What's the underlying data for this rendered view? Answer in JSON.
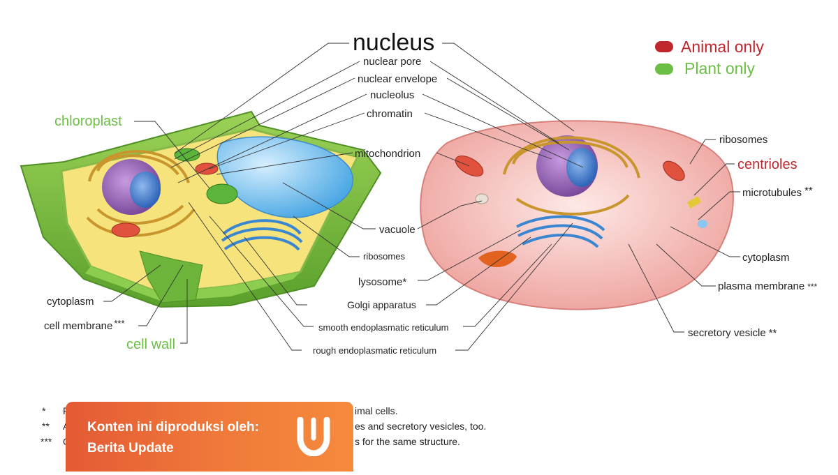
{
  "labels": {
    "nucleus": "nucleus",
    "nuclear_pore": "nuclear pore",
    "nuclear_envelope": "nuclear envelope",
    "nucleolus": "nucleolus",
    "chromatin": "chromatin",
    "mitochondrion": "mitochondrion",
    "vacuole": "vacuole",
    "ribosomes_center": "ribosomes",
    "lysosome": "lysosome*",
    "golgi": "Golgi apparatus",
    "smooth_er": "smooth endoplasmatic reticulum",
    "rough_er": "rough endoplasmatic reticulum",
    "chloroplast": "chloroplast",
    "cytoplasm_left": "cytoplasm",
    "cell_membrane": "cell membrane",
    "cell_membrane_mark": "***",
    "cell_wall": "cell wall",
    "ribosomes_right": "ribosomes",
    "centrioles": "centrioles",
    "microtubules": "microtubules",
    "microtubules_mark": "**",
    "cytoplasm_right": "cytoplasm",
    "plasma_membrane": "plasma membrane",
    "plasma_membrane_mark": "***",
    "secretory_vesicle": "secretory vesicle",
    "secretory_vesicle_mark": "**"
  },
  "legend": {
    "animal_only": "Animal only",
    "plant_only": "Plant only",
    "animal_color": "#c0272d",
    "plant_color": "#6cbe45"
  },
  "footnotes": [
    {
      "mark": "*",
      "text_visible": "imal cells."
    },
    {
      "mark": "**",
      "text_visible": "es and secretory vesicles, too."
    },
    {
      "mark": "***",
      "text_visible": "s for the same structure."
    }
  ],
  "footnote_fragments": {
    "f1_start": "Pl",
    "f2_start": "A",
    "f3_start": "O"
  },
  "banner": {
    "line1": "Konten ini diproduksi oleh:",
    "line2": "Berita Update",
    "logo_icon": "kumparan-u-logo"
  },
  "colors": {
    "plant_wall": "#7cc242",
    "plant_cytoplasm": "#f5e27a",
    "animal_membrane": "#f4b6b3",
    "nucleus": "#9b6bb7",
    "vacuole": "#7cc4ee",
    "mitochondrion": "#e0523d",
    "golgi": "#c9962e"
  }
}
